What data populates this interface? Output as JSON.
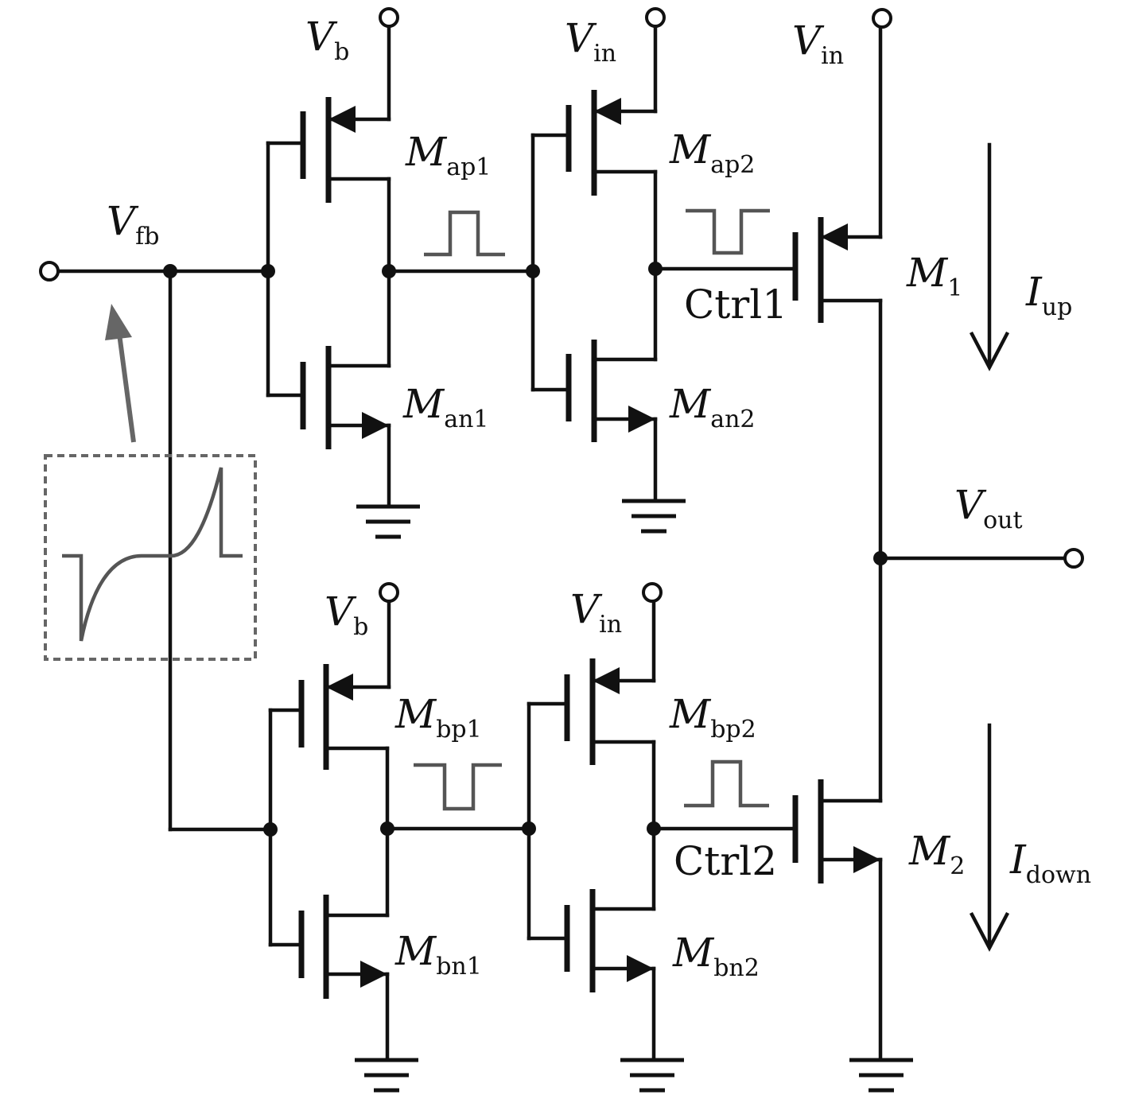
{
  "colors": {
    "wire": "#111111",
    "waveform": "#555555",
    "annotation_box": "#666666",
    "background": "#ffffff"
  },
  "labels": {
    "vb_top": {
      "sym": "V",
      "sub": "b"
    },
    "vin_top_mid": {
      "sym": "V",
      "sub": "in"
    },
    "vin_top_right": {
      "sym": "V",
      "sub": "in"
    },
    "vfb": {
      "sym": "V",
      "sub": "fb"
    },
    "vb_bottom": {
      "sym": "V",
      "sub": "b"
    },
    "vin_bottom_mid": {
      "sym": "V",
      "sub": "in"
    },
    "vout": {
      "sym": "V",
      "sub": "out"
    },
    "map1": {
      "sym": "M",
      "sub": "ap1"
    },
    "map2": {
      "sym": "M",
      "sub": "ap2"
    },
    "man1": {
      "sym": "M",
      "sub": "an1"
    },
    "man2": {
      "sym": "M",
      "sub": "an2"
    },
    "mbp1": {
      "sym": "M",
      "sub": "bp1"
    },
    "mbp2": {
      "sym": "M",
      "sub": "bp2"
    },
    "mbn1": {
      "sym": "M",
      "sub": "bn1"
    },
    "mbn2": {
      "sym": "M",
      "sub": "bn2"
    },
    "m1": {
      "sym": "M",
      "sub": "1"
    },
    "m2": {
      "sym": "M",
      "sub": "2"
    },
    "iup": {
      "sym": "I",
      "sub": "up"
    },
    "idown": {
      "sym": "I",
      "sub": "down"
    },
    "ctrl1": "Ctrl1",
    "ctrl2": "Ctrl2"
  }
}
